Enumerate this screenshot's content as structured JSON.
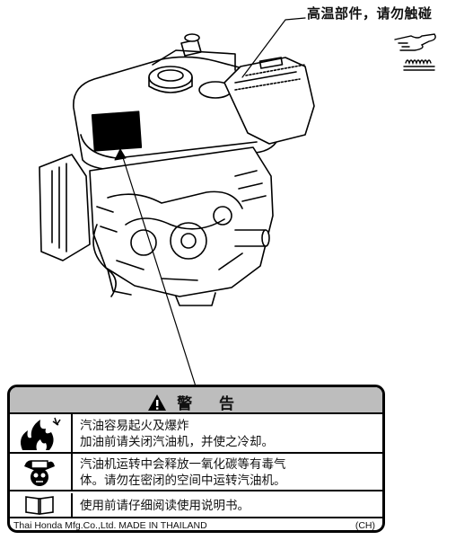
{
  "hot_parts_label": "高温部件，请勿触碰",
  "warning": {
    "title": "警 告",
    "rows": [
      {
        "icon": "fire-explosion-icon",
        "lines": [
          "汽油容易起火及爆炸",
          "加油前请关闭汽油机，并使之冷却。"
        ]
      },
      {
        "icon": "toxic-gas-icon",
        "lines": [
          "汽油机运转中会释放一氧化碳等有毒气",
          "体。请勿在密闭的空间中运转汽油机。"
        ]
      },
      {
        "icon": "manual-book-icon",
        "lines": [
          "使用前请仔细阅读使用说明书。"
        ]
      }
    ],
    "manufacturer": "Thai Honda Mfg.Co.,Ltd.  MADE IN THAILAND",
    "code": "(CH)"
  }
}
